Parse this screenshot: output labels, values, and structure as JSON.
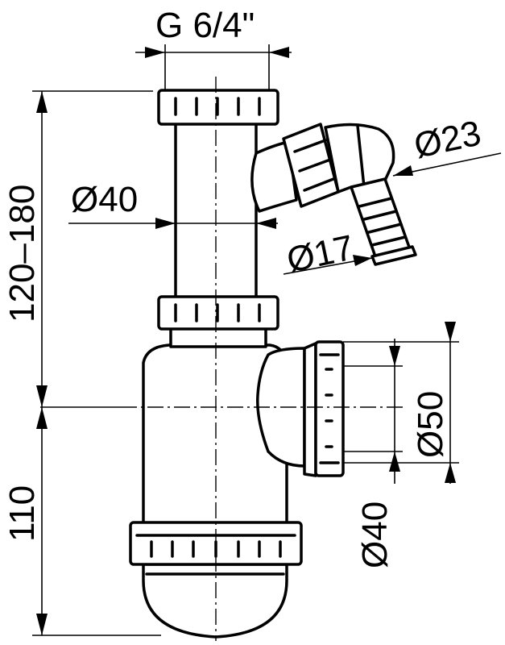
{
  "labels": {
    "thread": "G 6/4\"",
    "height_range": "120–180",
    "height_lower": "110",
    "pipe_diameter": "Ø40",
    "hose_inner": "Ø17",
    "hose_outer": "Ø23",
    "outlet_outer": "Ø50",
    "outlet_inner": "Ø40"
  },
  "colors": {
    "line": "#000000",
    "background": "#ffffff"
  }
}
